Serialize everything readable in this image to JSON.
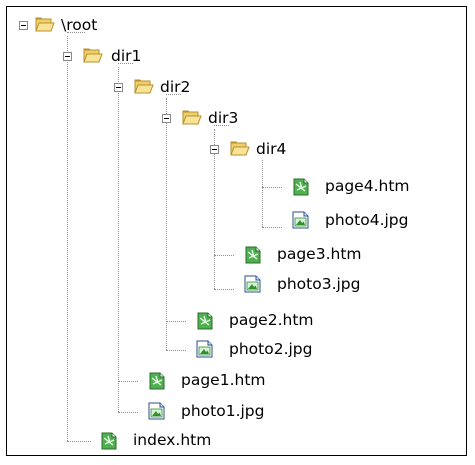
{
  "tree": {
    "root": {
      "label": "\\root",
      "icon": "folder-open-icon",
      "expanded": true,
      "children": [
        {
          "label": "dir1",
          "icon": "folder-open-icon",
          "expanded": true,
          "children": [
            {
              "label": "dir2",
              "icon": "folder-open-icon",
              "expanded": true,
              "children": [
                {
                  "label": "dir3",
                  "icon": "folder-open-icon",
                  "expanded": true,
                  "children": [
                    {
                      "label": "dir4",
                      "icon": "folder-open-icon",
                      "expanded": true,
                      "children": [
                        {
                          "label": "page4.htm",
                          "icon": "html-file-icon"
                        },
                        {
                          "label": "photo4.jpg",
                          "icon": "image-file-icon"
                        }
                      ]
                    },
                    {
                      "label": "page3.htm",
                      "icon": "html-file-icon"
                    },
                    {
                      "label": "photo3.jpg",
                      "icon": "image-file-icon"
                    }
                  ]
                },
                {
                  "label": "page2.htm",
                  "icon": "html-file-icon"
                },
                {
                  "label": "photo2.jpg",
                  "icon": "image-file-icon"
                }
              ]
            },
            {
              "label": "page1.htm",
              "icon": "html-file-icon"
            },
            {
              "label": "photo1.jpg",
              "icon": "image-file-icon"
            }
          ]
        },
        {
          "label": "index.htm",
          "icon": "html-file-icon"
        }
      ]
    }
  },
  "colors": {
    "folder_fill": "#f5d97a",
    "folder_dark": "#b8902c",
    "html_file_green": "#3aa43a",
    "image_file_green": "#2f8f2f",
    "connector_line": "#8f8f8f"
  }
}
